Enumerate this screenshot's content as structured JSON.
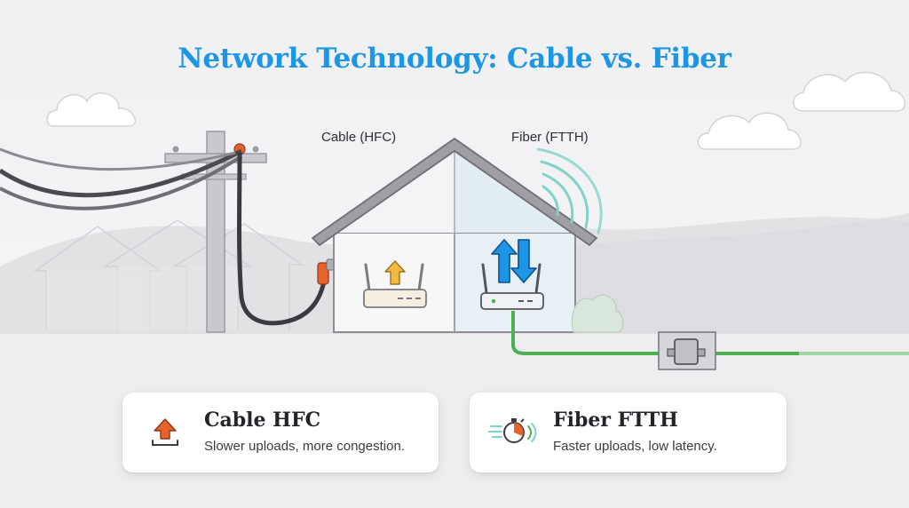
{
  "title": "Network Technology: Cable vs. Fiber",
  "labels": {
    "cable_house": "Cable (HFC)",
    "fiber_house": "Fiber (FTTH)"
  },
  "cards": {
    "cable": {
      "title": "Cable HFC",
      "description": "Slower uploads, more congestion.",
      "icon": "upload-icon"
    },
    "fiber": {
      "title": "Fiber FTTH",
      "description": "Faster uploads, low latency.",
      "icon": "stopwatch-icon"
    }
  },
  "colors": {
    "title": "#1e96e6",
    "fiber_line": "#4caf50",
    "cable_connector": "#e8622c",
    "upload_arrow": "#f5b942",
    "bidirectional_arrows": "#1e96e6",
    "wifi_waves": "#7fd3c8"
  }
}
